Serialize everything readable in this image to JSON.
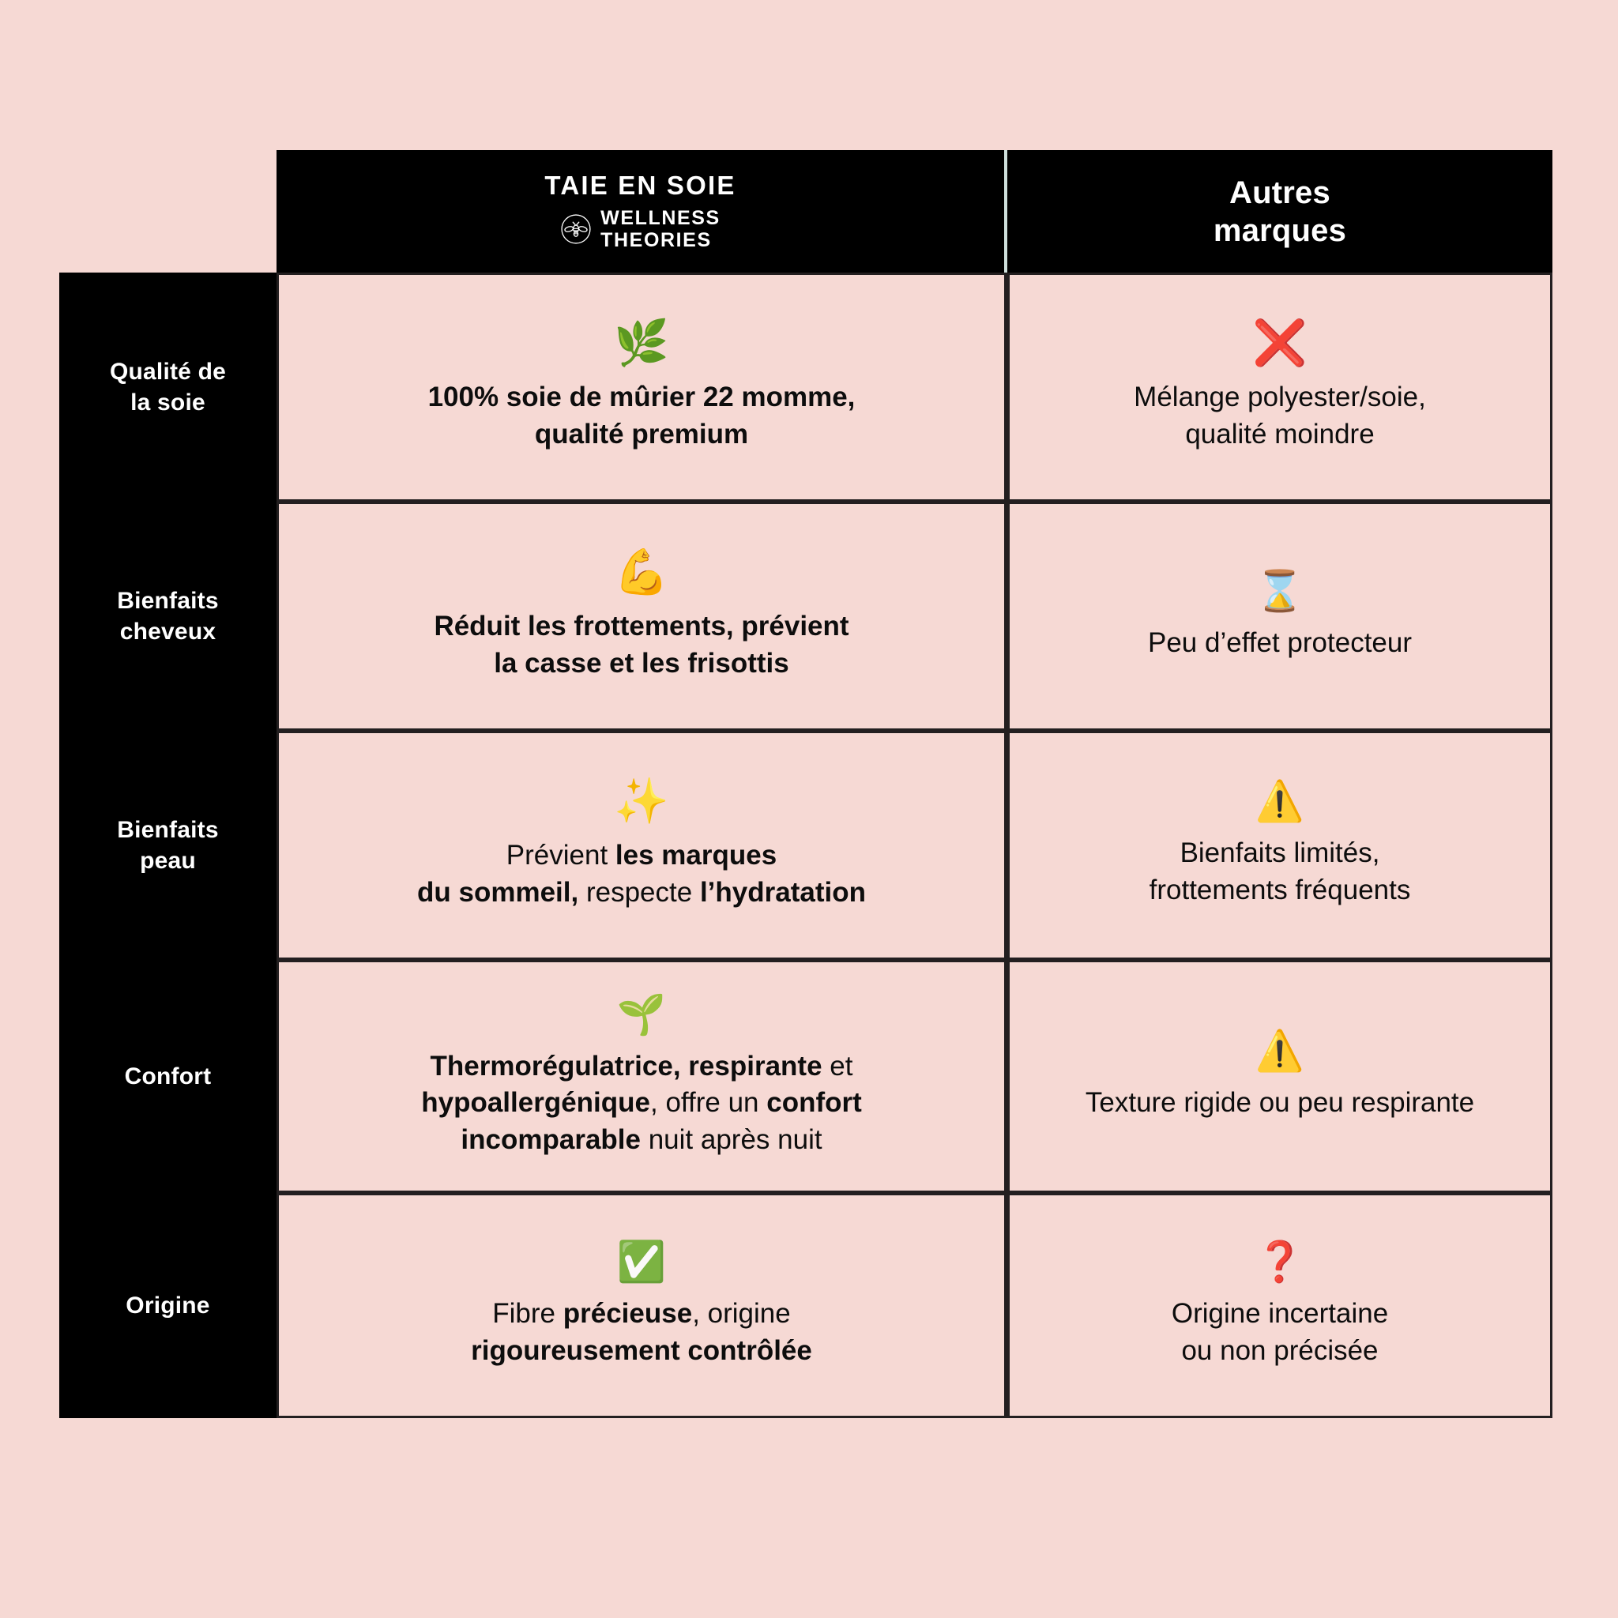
{
  "page": {
    "background_color": "#f6d9d4",
    "accent_black": "#000000",
    "divider_color": "#cfe0dc",
    "border_color": "#231f20"
  },
  "header": {
    "blank_label": "",
    "brand": {
      "title": "TAIE EN SOIE",
      "logo_icon": "bee-in-circle-icon",
      "sub_line1": "WELLNESS",
      "sub_line2": "THEORIES"
    },
    "other": {
      "line1": "Autres",
      "line2": "marques"
    }
  },
  "rows": [
    {
      "label_line1": "Qualité de",
      "label_line2": "la soie",
      "brand": {
        "icon": "herb-icon",
        "icon_glyph": "🌿",
        "line1": "100% soie de mûrier 22 momme,",
        "line2": "qualité premium",
        "weight": "bold"
      },
      "other": {
        "icon": "red-cross-mark-icon",
        "icon_glyph": "❌",
        "line1": "Mélange polyester/soie,",
        "line2": "qualité moindre"
      }
    },
    {
      "label_line1": "Bienfaits",
      "label_line2": "cheveux",
      "brand": {
        "icon": "flexed-biceps-icon",
        "icon_glyph": "💪",
        "line1": "Réduit les frottements, prévient",
        "line2": "la casse et les frisottis",
        "weight": "bold"
      },
      "other": {
        "icon": "hourglass-icon",
        "icon_glyph": "⌛",
        "line1": "Peu d’effet protecteur",
        "line2": ""
      }
    },
    {
      "label_line1": "Bienfaits",
      "label_line2": "peau",
      "brand": {
        "icon": "sparkles-icon",
        "icon_glyph": "✨",
        "rich_line1_a": "Prévient ",
        "rich_line1_b": "les marques",
        "rich_line2_a": "du sommeil,",
        "rich_line2_b": " respecte ",
        "rich_line2_c": "l’hydratation",
        "weight": "mixed"
      },
      "other": {
        "icon": "warning-icon",
        "icon_glyph": "⚠️",
        "line1": "Bienfaits limités,",
        "line2": "frottements fréquents"
      }
    },
    {
      "label_line1": "Confort",
      "label_line2": "",
      "brand": {
        "icon": "seedling-icon",
        "icon_glyph": "🌱",
        "rich_l1_a": "Thermorégulatrice, respirante",
        "rich_l1_b": " et",
        "rich_l2_a": "hypoallergénique",
        "rich_l2_b": ", offre un ",
        "rich_l2_c": "confort",
        "rich_l3_a": "incomparable",
        "rich_l3_b": " nuit après nuit",
        "weight": "mixed"
      },
      "other": {
        "icon": "warning-icon",
        "icon_glyph": "⚠️",
        "line1": "Texture rigide ou peu respirante",
        "line2": ""
      }
    },
    {
      "label_line1": "Origine",
      "label_line2": "",
      "brand": {
        "icon": "white-check-mark-icon",
        "icon_glyph": "✅",
        "rich_l1_a": "Fibre ",
        "rich_l1_b": "précieuse",
        "rich_l1_c": ", origine",
        "rich_l2_a": "rigoureusement contrôlée",
        "weight": "mixed"
      },
      "other": {
        "icon": "red-question-mark-icon",
        "icon_glyph": "❓",
        "line1": "Origine incertaine",
        "line2": "ou non précisée"
      }
    }
  ]
}
